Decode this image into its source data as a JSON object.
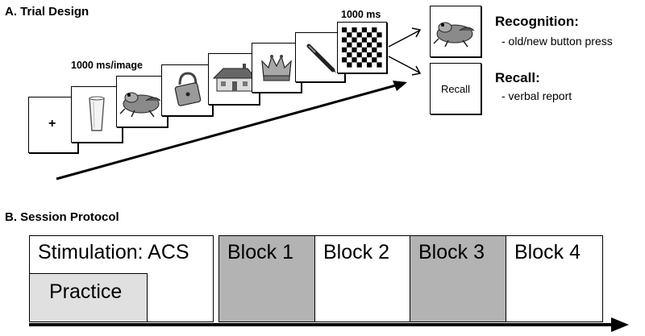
{
  "panel_a": {
    "title": "A. Trial Design",
    "timing_image_label": "1000 ms/image",
    "timing_mask_label": "1000 ms",
    "fixation_symbol": "+",
    "trial_sequence": [
      "fixation-cross",
      "glass-icon",
      "frog-icon",
      "padlock-icon",
      "house-icon",
      "crown-icon",
      "pen-icon",
      "checkerboard-mask-icon"
    ],
    "recall_box_label": "Recall",
    "recognition": {
      "title": "Recognition:",
      "detail": "- old/new button press"
    },
    "recall": {
      "title": "Recall:",
      "detail": "- verbal report"
    }
  },
  "panel_b": {
    "title": "B. Session Protocol",
    "stimulation_label": "Stimulation: ACS",
    "practice_label": "Practice",
    "blocks": [
      {
        "label": "Block 1",
        "shaded": true
      },
      {
        "label": "Block 2",
        "shaded": false
      },
      {
        "label": "Block 3",
        "shaded": true
      },
      {
        "label": "Block 4",
        "shaded": false
      }
    ]
  },
  "colors": {
    "shaded_block": "#b3b3b3",
    "practice": "#e0e0e0",
    "ink": "#000000"
  }
}
